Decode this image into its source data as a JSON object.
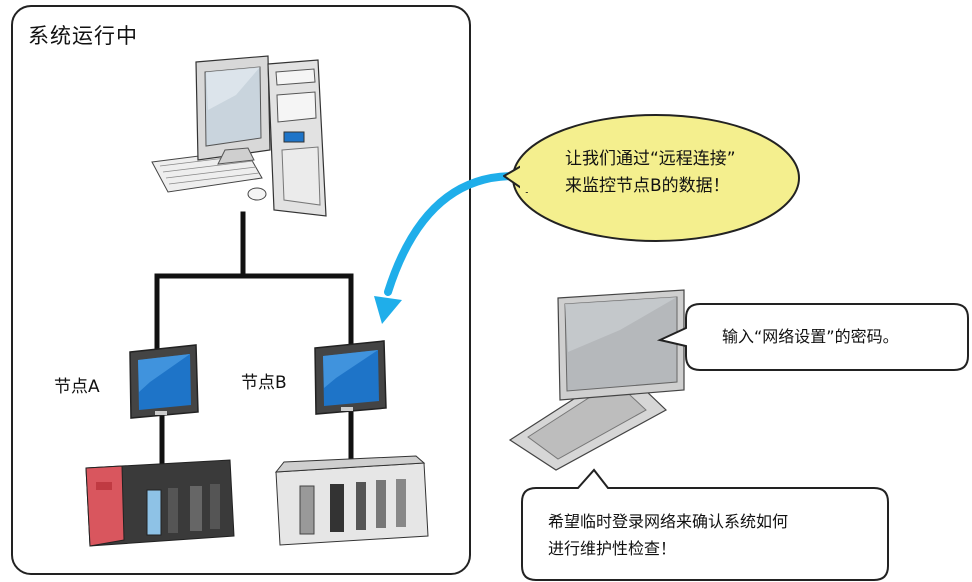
{
  "panel": {
    "title": "系统运行中"
  },
  "nodes": [
    {
      "label": "节点A"
    },
    {
      "label": "节点B"
    }
  ],
  "bubble_remote": {
    "lines": [
      "让我们通过“远程连接”",
      "来监控节点B的数据！"
    ],
    "fill": "#F4EF8E"
  },
  "bubble_password": {
    "text": "输入“网络设置”的密码。"
  },
  "bubble_maintenance": {
    "lines": [
      "希望临时登录网络来确认系统如何",
      "进行维护性检查！"
    ]
  },
  "colors": {
    "arrow": "#1FAEEA",
    "screen": "#1E74C8",
    "wire": "#111111"
  }
}
